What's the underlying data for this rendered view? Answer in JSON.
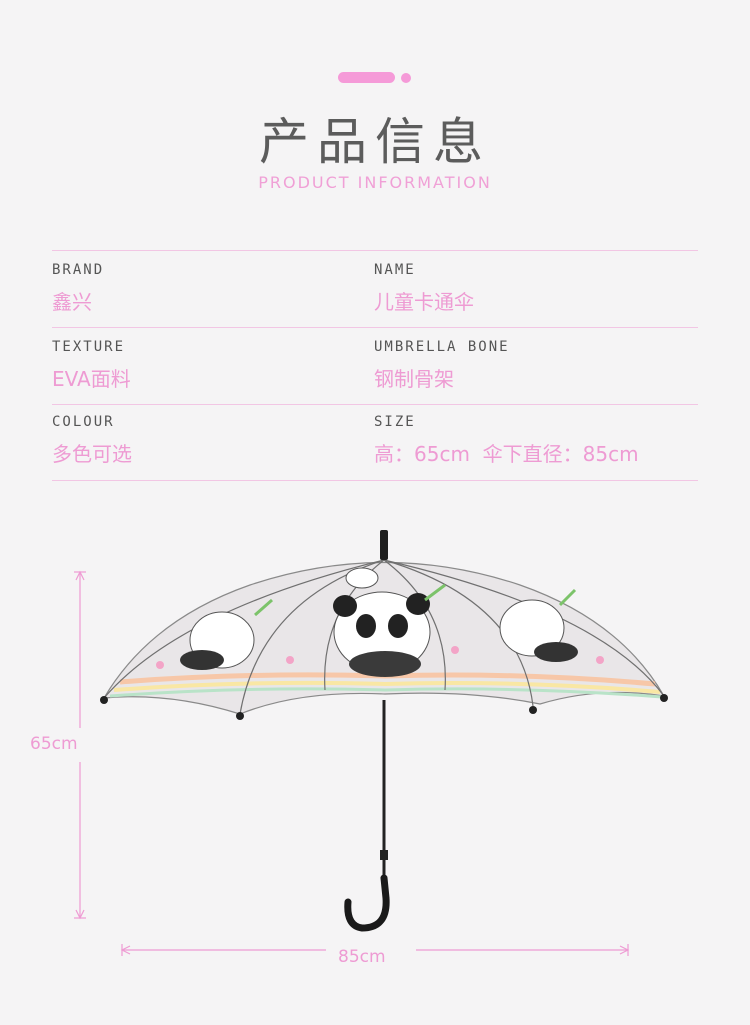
{
  "header": {
    "title_cn": "产品信息",
    "title_en": "PRODUCT INFORMATION"
  },
  "info": {
    "rows": [
      {
        "left": {
          "label": "BRAND",
          "value": "鑫兴"
        },
        "right": {
          "label": "NAME",
          "value": "儿童卡通伞"
        }
      },
      {
        "left": {
          "label": "TEXTURE",
          "value": "EVA面料"
        },
        "right": {
          "label": "UMBRELLA BONE",
          "value": "钢制骨架"
        }
      },
      {
        "left": {
          "label": "COLOUR",
          "value": "多色可选"
        },
        "right": {
          "label": "SIZE",
          "value": "高：65cm  伞下直径：85cm"
        }
      }
    ]
  },
  "dimensions": {
    "height": "65cm",
    "width": "85cm"
  },
  "colors": {
    "accent": "#ee9bd3",
    "title": "#5c5c5c",
    "background": "#f5f4f5",
    "divider": "#f2c6e4"
  },
  "image": {
    "subject": "transparent-panda-kids-umbrella"
  }
}
